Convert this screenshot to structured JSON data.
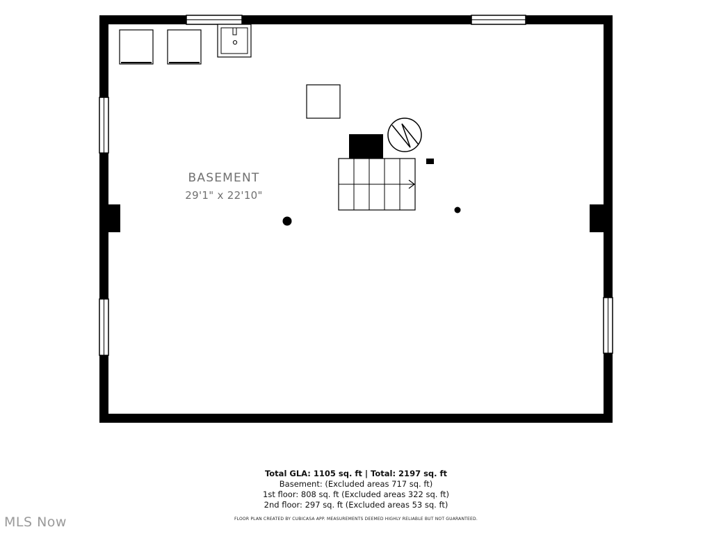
{
  "floorplan": {
    "room": {
      "name": "BASEMENT",
      "dimensions": "29'1\" x 22'10\""
    }
  },
  "summary": {
    "total_line": "Total GLA: 1105 sq. ft | Total: 2197 sq. ft",
    "basement_line": "Basement: (Excluded areas 717 sq. ft)",
    "first_floor_line": "1st floor: 808 sq. ft (Excluded areas 322 sq. ft)",
    "second_floor_line": "2nd floor: 297 sq. ft (Excluded areas 53 sq. ft)"
  },
  "disclaimer": "FLOOR PLAN CREATED BY CUBICASA APP. MEASUREMENTS DEEMED HIGHLY RELIABLE BUT NOT GUARANTEED.",
  "watermark": "MLS Now",
  "colors": {
    "wall": "#000000",
    "background": "#ffffff",
    "label": "#707070",
    "watermark": "#9a9a9a"
  }
}
